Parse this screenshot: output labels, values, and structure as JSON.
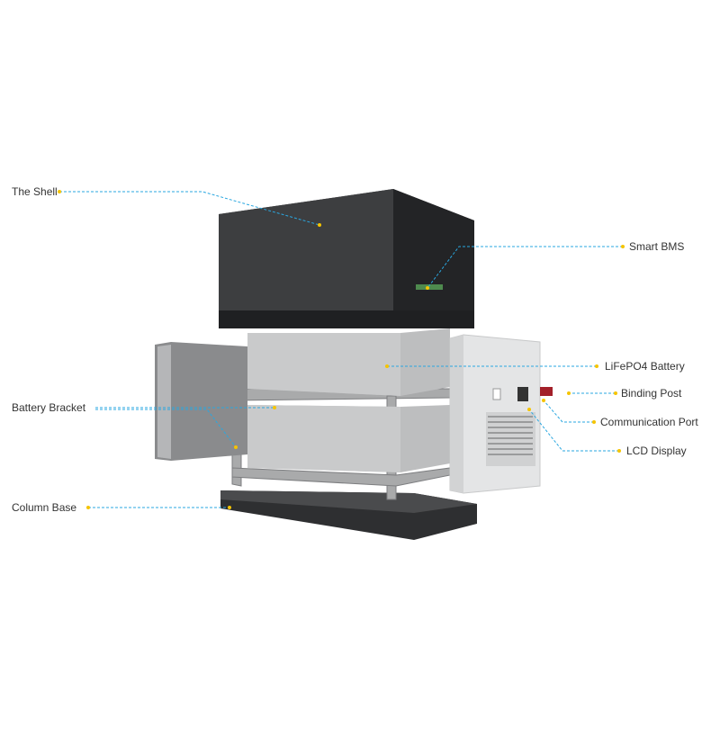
{
  "labels": {
    "shell": "The Shell",
    "smart_bms": "Smart BMS",
    "battery": "LiFePO4 Battery",
    "binding_post": "Binding Post",
    "communication_port": "Communication Port",
    "lcd_display": "LCD Display",
    "battery_bracket": "Battery Bracket",
    "column_base": "Column Base"
  },
  "colors": {
    "leader": "#2aa7e0",
    "dot": "#f5c400",
    "shell": "#3a3b3d",
    "battery": "#b9babb",
    "panel": "#e4e5e6"
  }
}
